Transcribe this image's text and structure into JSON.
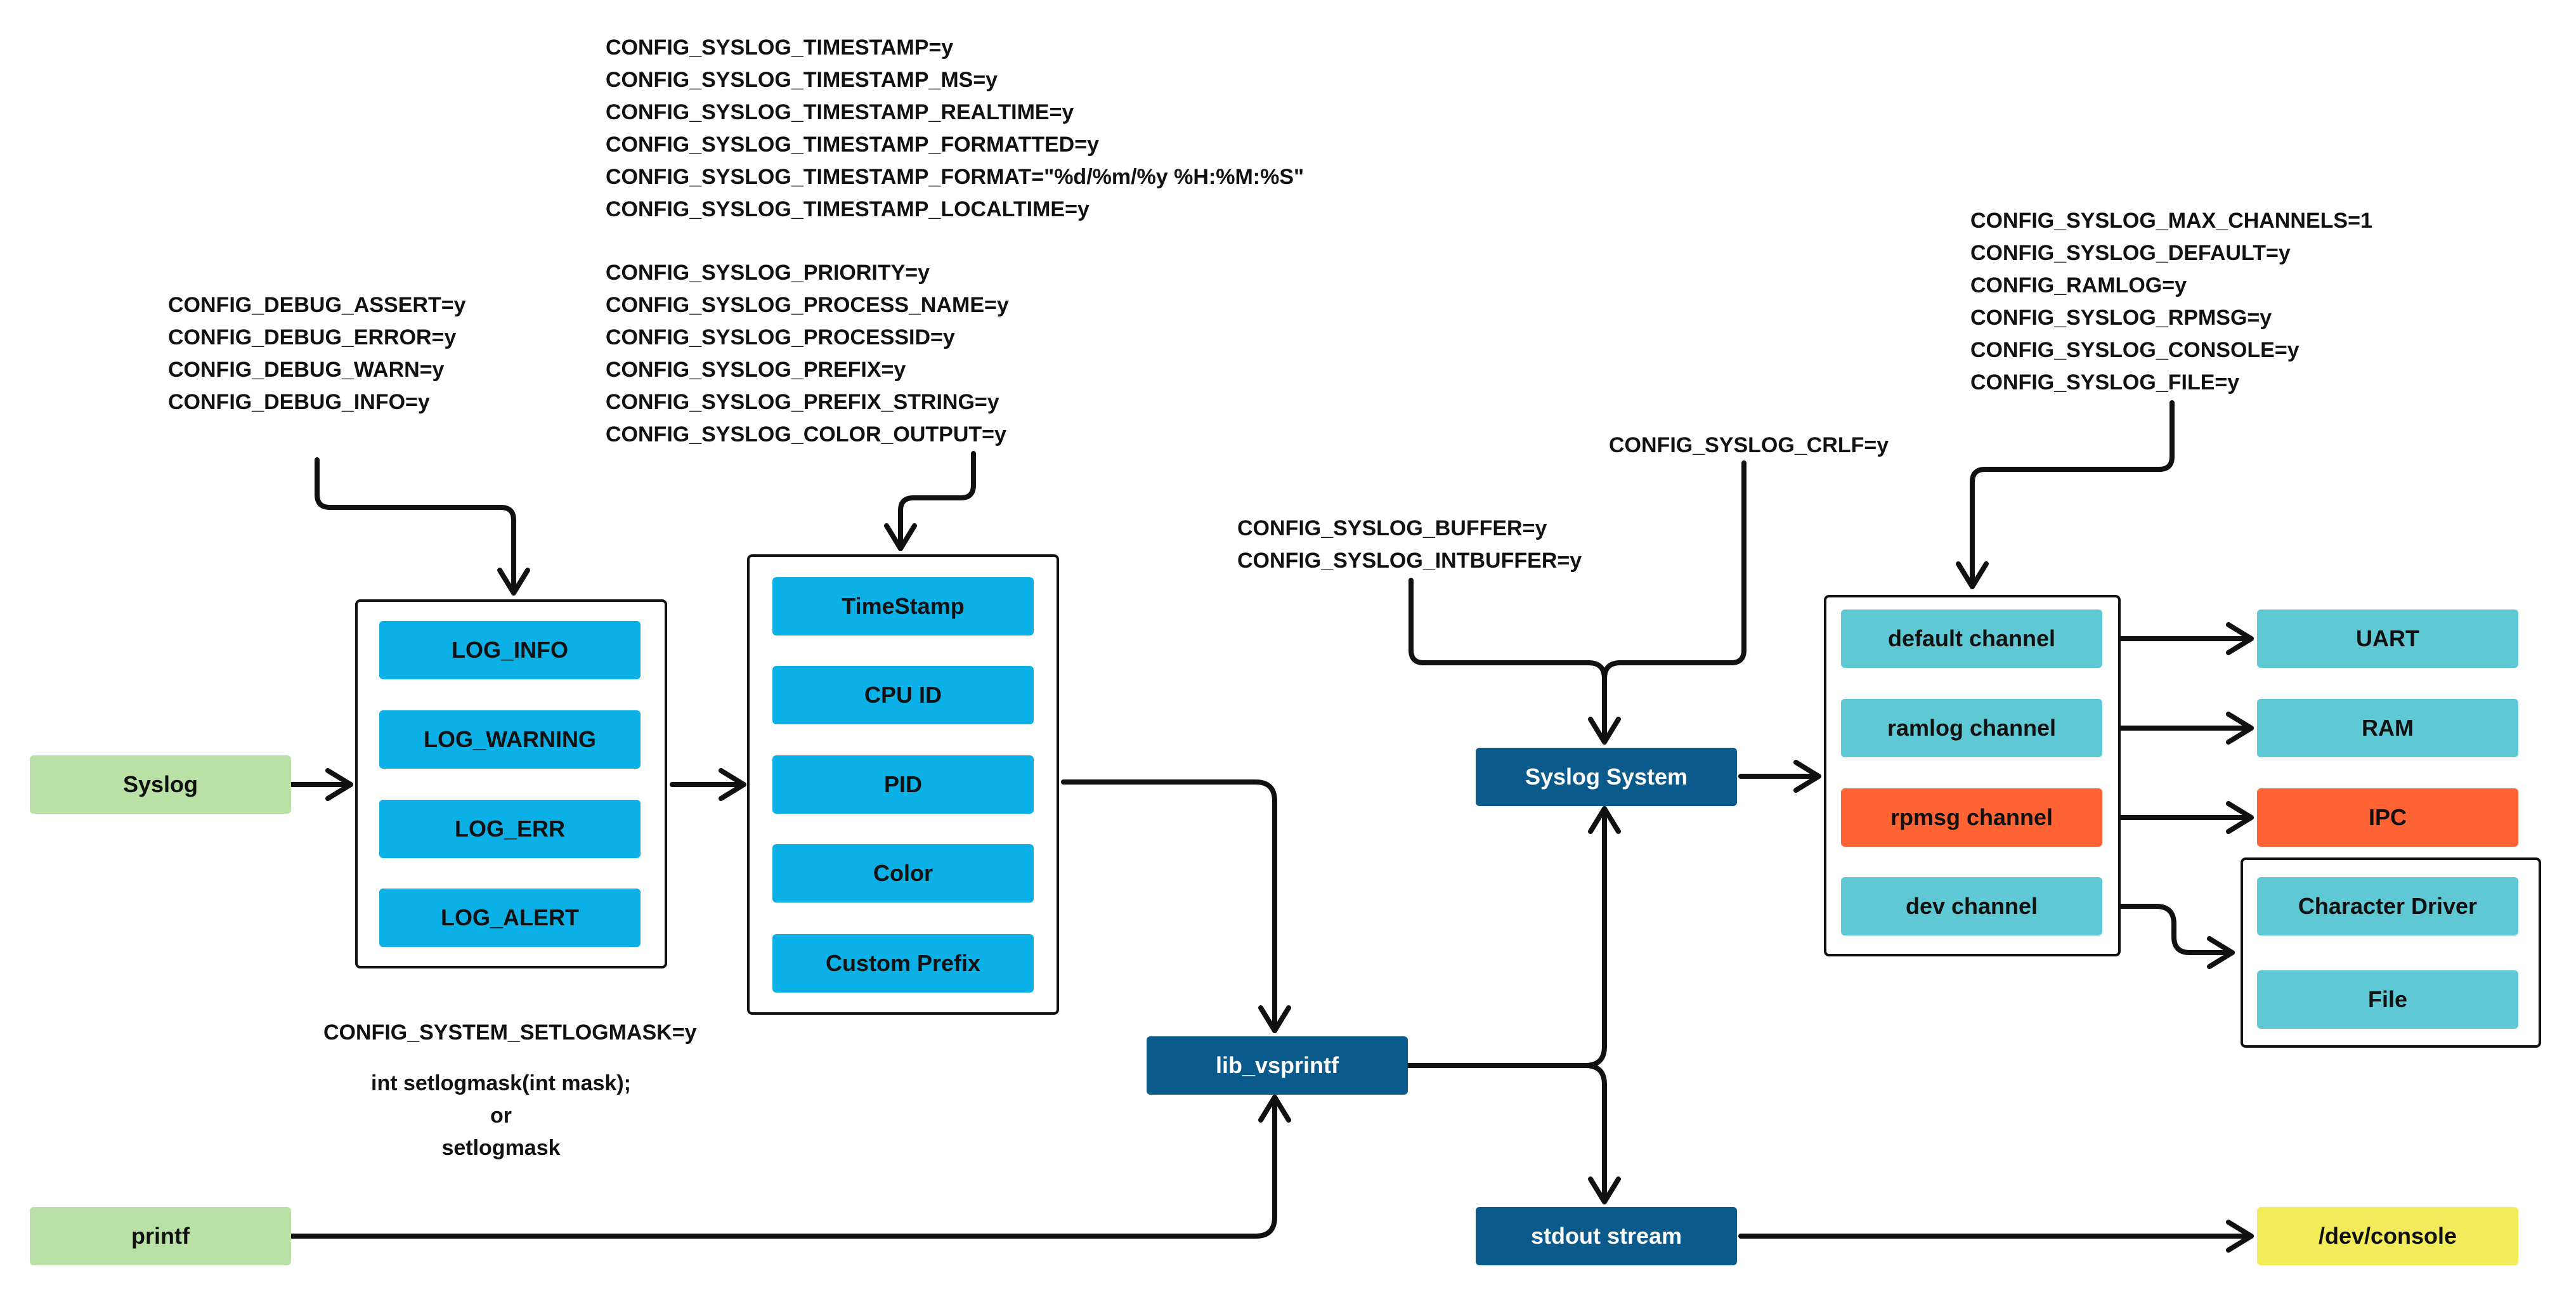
{
  "inputs": {
    "syslog": "Syslog",
    "printf": "printf"
  },
  "log_levels": {
    "config": [
      "CONFIG_DEBUG_ASSERT=y",
      "CONFIG_DEBUG_ERROR=y",
      "CONFIG_DEBUG_WARN=y",
      "CONFIG_DEBUG_INFO=y"
    ],
    "items": [
      "LOG_INFO",
      "LOG_WARNING",
      "LOG_ERR",
      "LOG_ALERT"
    ],
    "setlogmask_config": "CONFIG_SYSTEM_SETLOGMASK=y",
    "setlogmask_lines": [
      "int setlogmask(int mask);",
      "or",
      "setlogmask"
    ]
  },
  "prefix": {
    "config_timestamp": [
      "CONFIG_SYSLOG_TIMESTAMP=y",
      "CONFIG_SYSLOG_TIMESTAMP_MS=y",
      "CONFIG_SYSLOG_TIMESTAMP_REALTIME=y",
      "CONFIG_SYSLOG_TIMESTAMP_FORMATTED=y",
      "CONFIG_SYSLOG_TIMESTAMP_FORMAT=\"%d/%m/%y %H:%M:%S\"",
      "CONFIG_SYSLOG_TIMESTAMP_LOCALTIME=y"
    ],
    "config_process": [
      "CONFIG_SYSLOG_PRIORITY=y",
      "CONFIG_SYSLOG_PROCESS_NAME=y",
      "CONFIG_SYSLOG_PROCESSID=y",
      "CONFIG_SYSLOG_PREFIX=y",
      "CONFIG_SYSLOG_PREFIX_STRING=y",
      "CONFIG_SYSLOG_COLOR_OUTPUT=y"
    ],
    "items": [
      "TimeStamp",
      "CPU ID",
      "PID",
      "Color",
      "Custom Prefix"
    ]
  },
  "core": {
    "lib_vsprintf": "lib_vsprintf",
    "syslog_system": "Syslog System",
    "stdout_stream": "stdout stream",
    "buffer_config": [
      "CONFIG_SYSLOG_BUFFER=y",
      "CONFIG_SYSLOG_INTBUFFER=y"
    ],
    "crlf_config": "CONFIG_SYSLOG_CRLF=y"
  },
  "channels": {
    "config": [
      "CONFIG_SYSLOG_MAX_CHANNELS=1",
      "CONFIG_SYSLOG_DEFAULT=y",
      "CONFIG_RAMLOG=y",
      "CONFIG_SYSLOG_RPMSG=y",
      "CONFIG_SYSLOG_CONSOLE=y",
      "CONFIG_SYSLOG_FILE=y"
    ],
    "items": [
      "default channel",
      "ramlog channel",
      "rpmsg channel",
      "dev channel"
    ]
  },
  "outputs": {
    "uart": "UART",
    "ram": "RAM",
    "ipc": "IPC",
    "dev_targets": [
      "Character Driver",
      "File"
    ],
    "console": "/dev/console"
  },
  "colors": {
    "input": "#b9e0a5",
    "log_item": "#0bb0e6",
    "core": "#0a5a8c",
    "channel": "#5ec8d4",
    "rpmsg": "#ff6233",
    "console": "#f3ec5a",
    "line": "#111111"
  }
}
